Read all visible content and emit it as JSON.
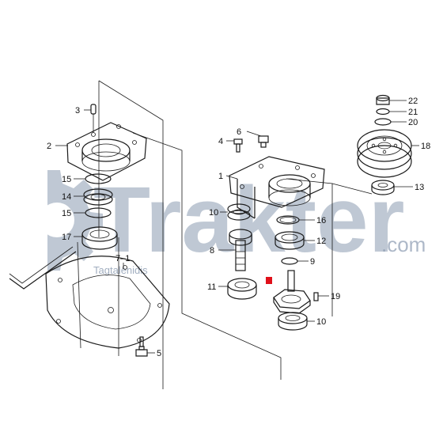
{
  "watermark": {
    "brand": "Trakter",
    "domain": ".com",
    "subtitle": "Tagtalenidis",
    "color": "#8a9ab0"
  },
  "labels": {
    "p1": "1",
    "p2": "2",
    "p3": "3",
    "p4": "4",
    "p5": "5",
    "p6": "6",
    "p7_1": "7–1",
    "p8": "8",
    "p9": "9",
    "p10a": "10",
    "p10b": "10",
    "p11": "11",
    "p12": "12",
    "p13": "13",
    "p14": "14",
    "p15a": "15",
    "p15b": "15",
    "p16": "16",
    "p17": "17",
    "p18": "18",
    "p19": "19",
    "p20": "20",
    "p21": "21",
    "p22": "22"
  },
  "highlight_color": "#e0101a"
}
